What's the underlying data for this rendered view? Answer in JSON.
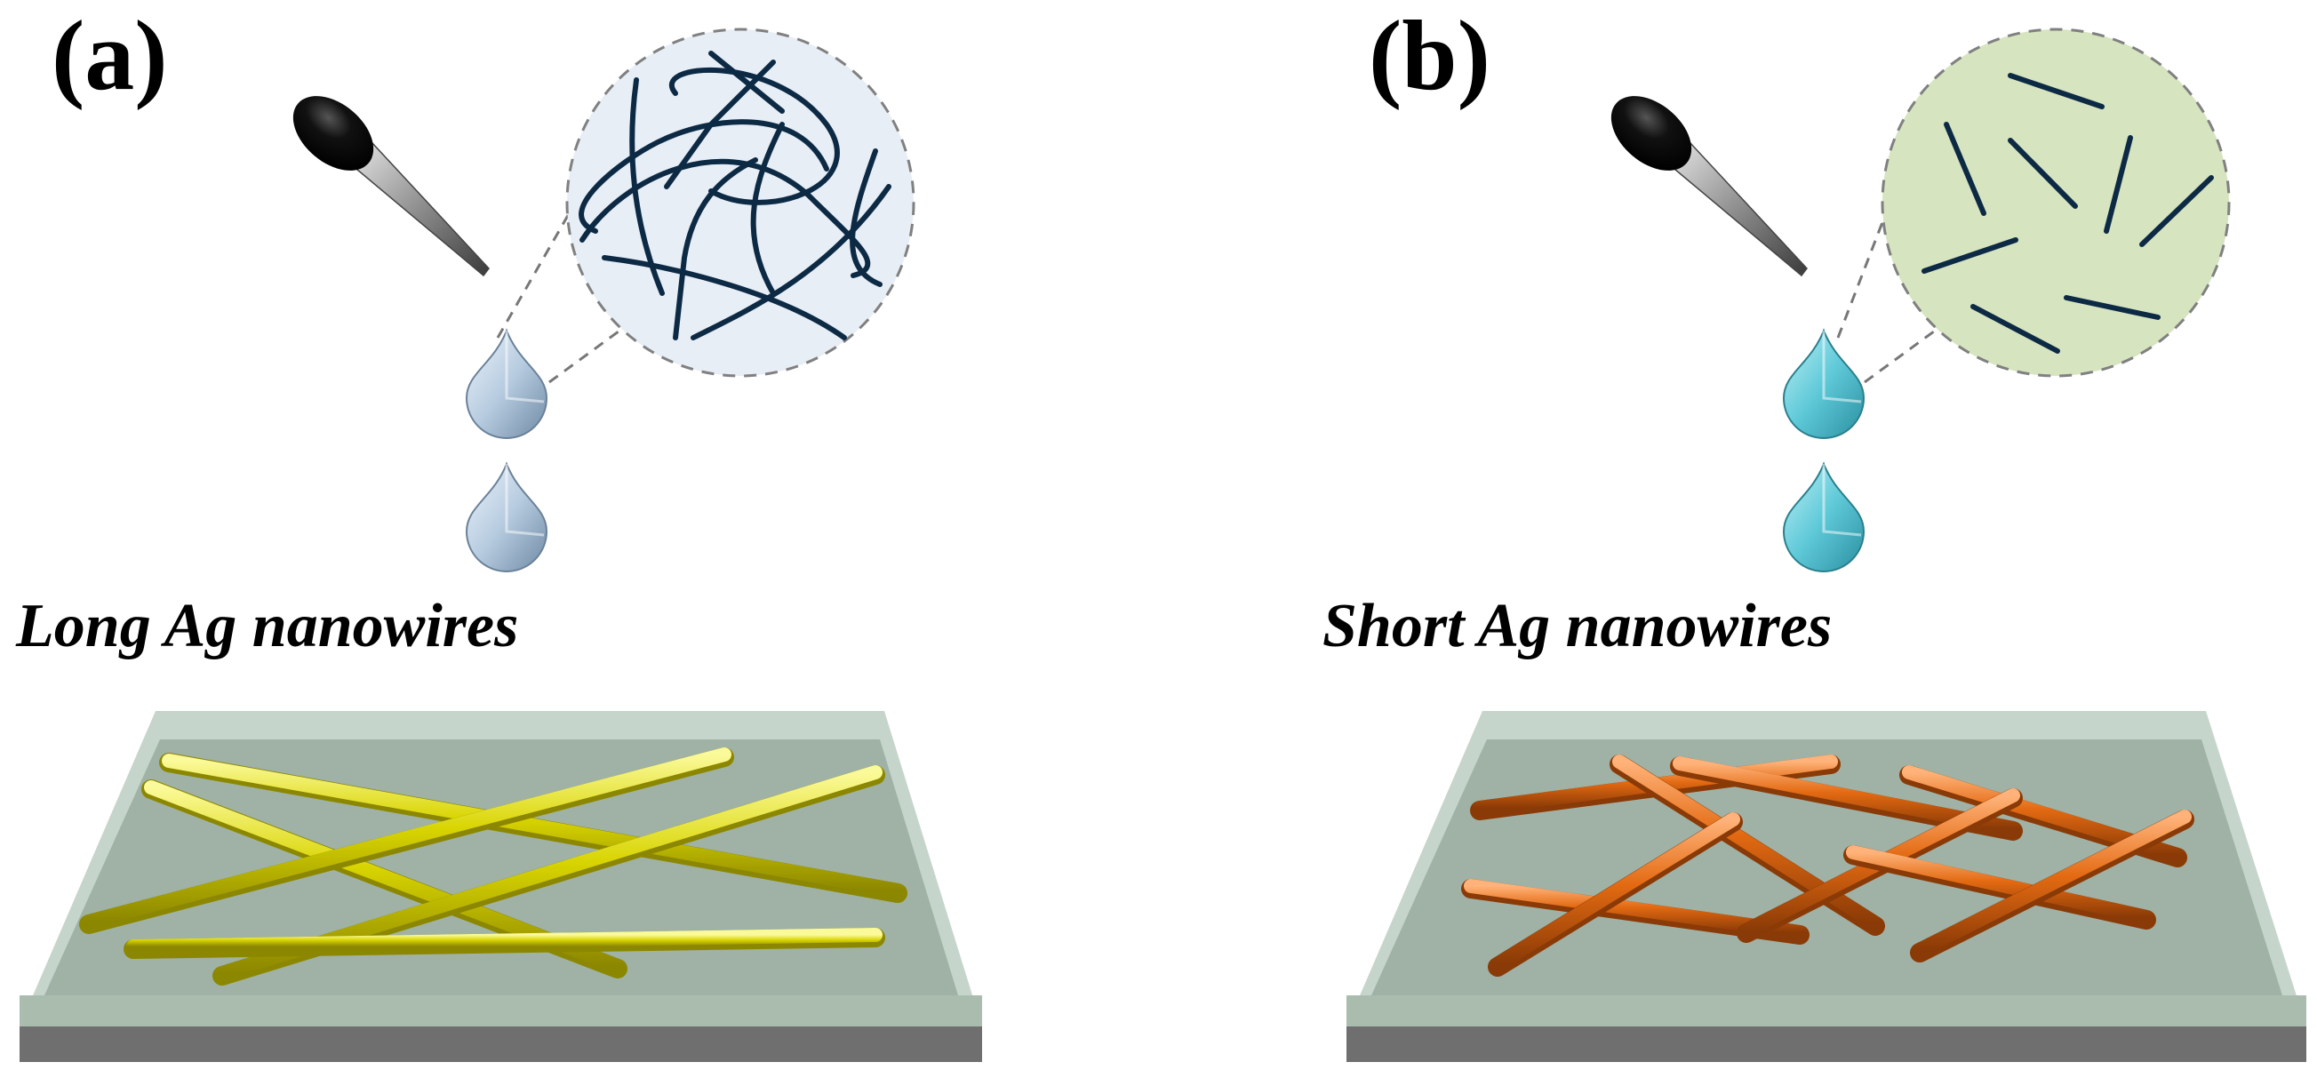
{
  "colors": {
    "background": "#ffffff",
    "substrate_top": "#9fb2a5",
    "substrate_rim": "#c6d5cb",
    "substrate_front": "#95ab9d",
    "substrate_base": "#6f6f6f",
    "long_wire": "#d8d400",
    "long_wire_shadow": "#8c8700",
    "short_wire": "#e36a12",
    "short_wire_shadow": "#8a3a06",
    "bubble_a_fill": "#e8eef6",
    "bubble_b_fill": "#d6e4c0",
    "bubble_wire": "#0d2a45",
    "drop_a": "#b7cce0",
    "drop_b": "#5fc9d8",
    "dropper_bulb": "#000000",
    "dropper_tip": "#9a9a9a"
  },
  "panels": [
    {
      "id": "a",
      "label": "(a)",
      "caption": "Long Ag nanowires",
      "icons": [
        "dropper-icon",
        "droplet-icon",
        "droplet-icon",
        "magnified-bubble"
      ]
    },
    {
      "id": "b",
      "label": "(b)",
      "caption": "Short Ag nanowires",
      "icons": [
        "dropper-icon",
        "droplet-icon",
        "droplet-icon",
        "magnified-bubble"
      ]
    }
  ]
}
